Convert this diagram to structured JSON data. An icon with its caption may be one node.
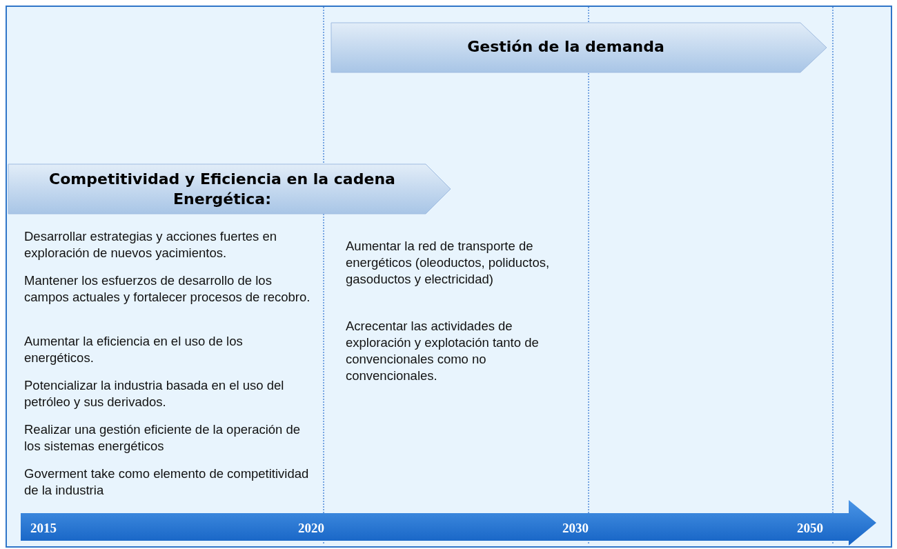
{
  "diagram": {
    "nodes": [
      {
        "text": [
          "Gestión de la demanda"
        ]
      },
      {
        "text": [
          "Competitividad y Eficiencia en la cadena Energética:"
        ]
      },
      {
        "text": [
          "2015",
          "2020",
          "2030",
          "2050"
        ]
      }
    ],
    "edges": [],
    "labels": [
      "Desarrollar estrategias y acciones fuertes en exploración de nuevos yacimientos.",
      "Mantener los esfuerzos de desarrollo de los campos actuales y fortalecer procesos de recobro.",
      "Aumentar la eficiencia en el uso de los energéticos.",
      "Potencializar la industria basada en el uso del petróleo y sus derivados.",
      "Realizar una gestión eficiente de la operación de los sistemas energéticos",
      "Goverment take como elemento de competitividad de la industria",
      "Aumentar la red de transporte de energéticos (oleoductos, poliductos, gasoductos y electricidad)",
      "Acrecentar las actividades de exploración y explotación tanto de convencionales como no convencionales."
    ]
  }
}
